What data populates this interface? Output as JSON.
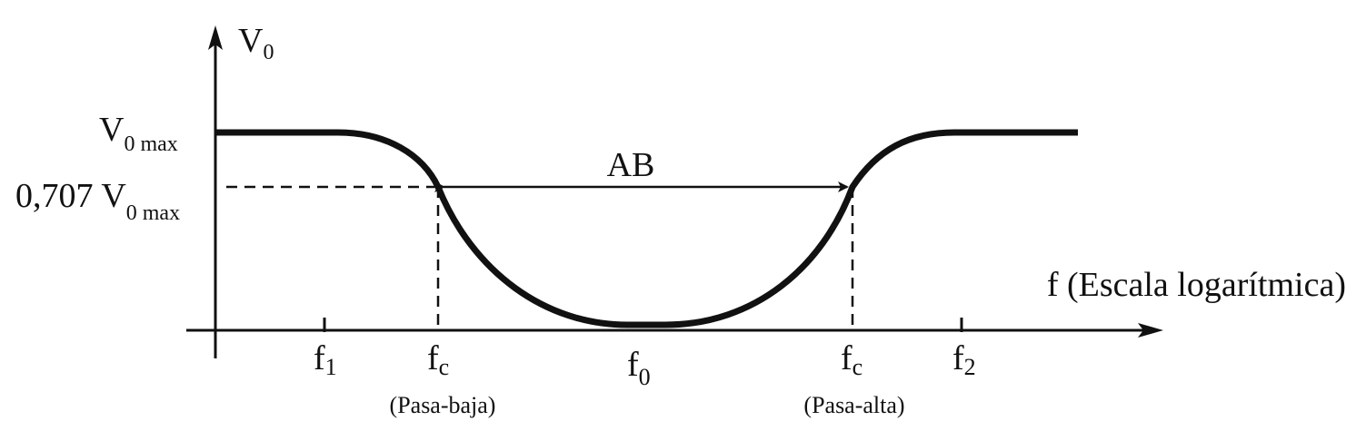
{
  "colors": {
    "ink": "#111111",
    "background": "#ffffff"
  },
  "axes": {
    "y_label_main": "V",
    "y_label_sub": "0",
    "x_label": "f (Escala logarítmica)"
  },
  "levels": {
    "vmax_main": "V",
    "vmax_sub": "0 max",
    "v707_prefix": "0,707 V",
    "v707_sub": "0 max"
  },
  "bandwidth_label": "AB",
  "ticks": {
    "f1": {
      "main": "f",
      "sub": "1"
    },
    "fc_low": {
      "main": "f",
      "sub": "c",
      "note": "(Pasa-baja)"
    },
    "f0": {
      "main": "f",
      "sub": "0"
    },
    "fc_high": {
      "main": "f",
      "sub": "c",
      "note": "(Pasa-alta)"
    },
    "f2": {
      "main": "f",
      "sub": "2"
    }
  }
}
